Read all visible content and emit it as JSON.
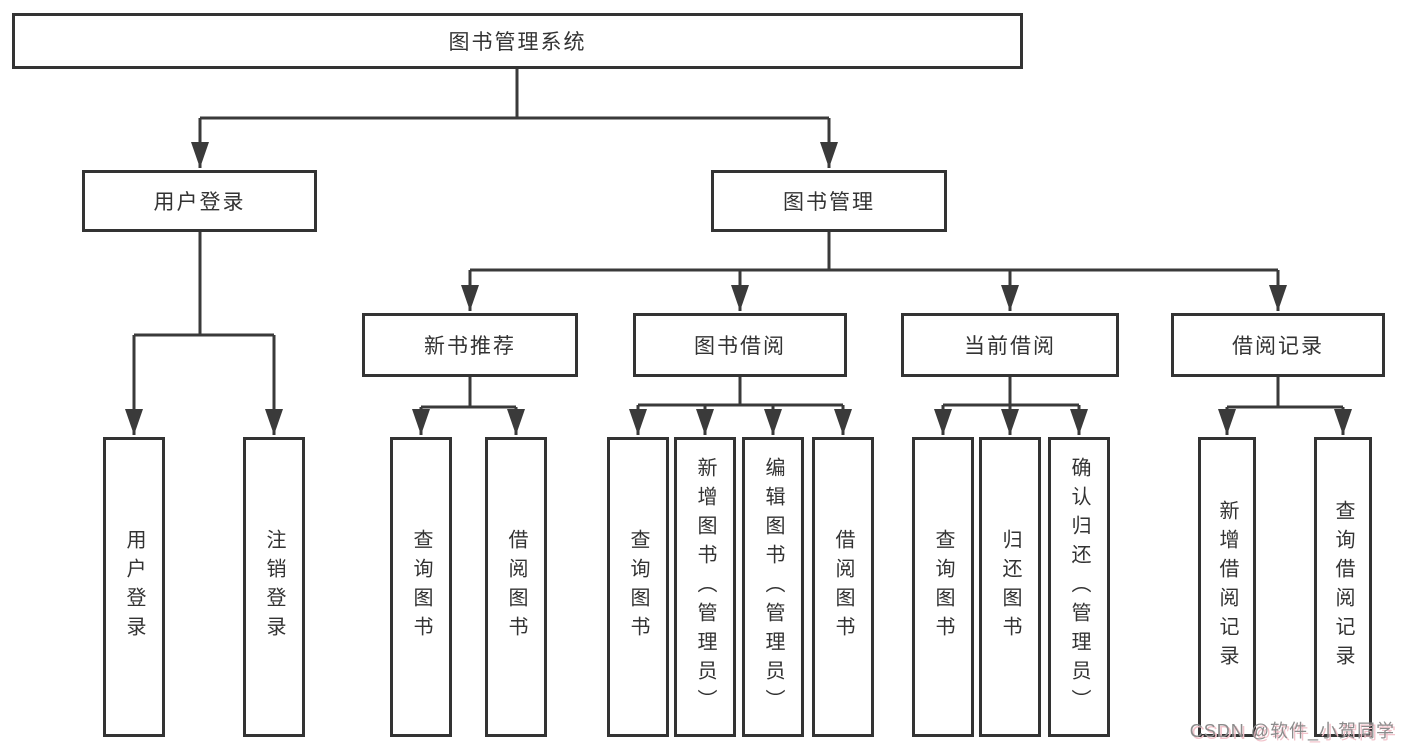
{
  "diagram": {
    "root": "图书管理系统",
    "level2": [
      {
        "label": "用户登录",
        "children": [
          "用户登录",
          "注销登录"
        ]
      },
      {
        "label": "图书管理",
        "children": [
          {
            "label": "新书推荐",
            "children": [
              "查询图书",
              "借阅图书"
            ]
          },
          {
            "label": "图书借阅",
            "children": [
              "查询图书",
              "新增图书（管理员）",
              "编辑图书（管理员）",
              "借阅图书"
            ]
          },
          {
            "label": "当前借阅",
            "children": [
              "查询图书",
              "归还图书",
              "确认归还（管理员）"
            ]
          },
          {
            "label": "借阅记录",
            "children": [
              "新增借阅记录",
              "查询借阅记录"
            ]
          }
        ]
      }
    ]
  },
  "watermark": {
    "text": "CSDN @软件_小贺同学"
  },
  "colors": {
    "line": "#3a3a3a",
    "box_border": "#333333",
    "text": "#333333",
    "background": "#ffffff",
    "watermark": "#8c8c8c",
    "watermark_shadow": "#f2c3cb"
  }
}
